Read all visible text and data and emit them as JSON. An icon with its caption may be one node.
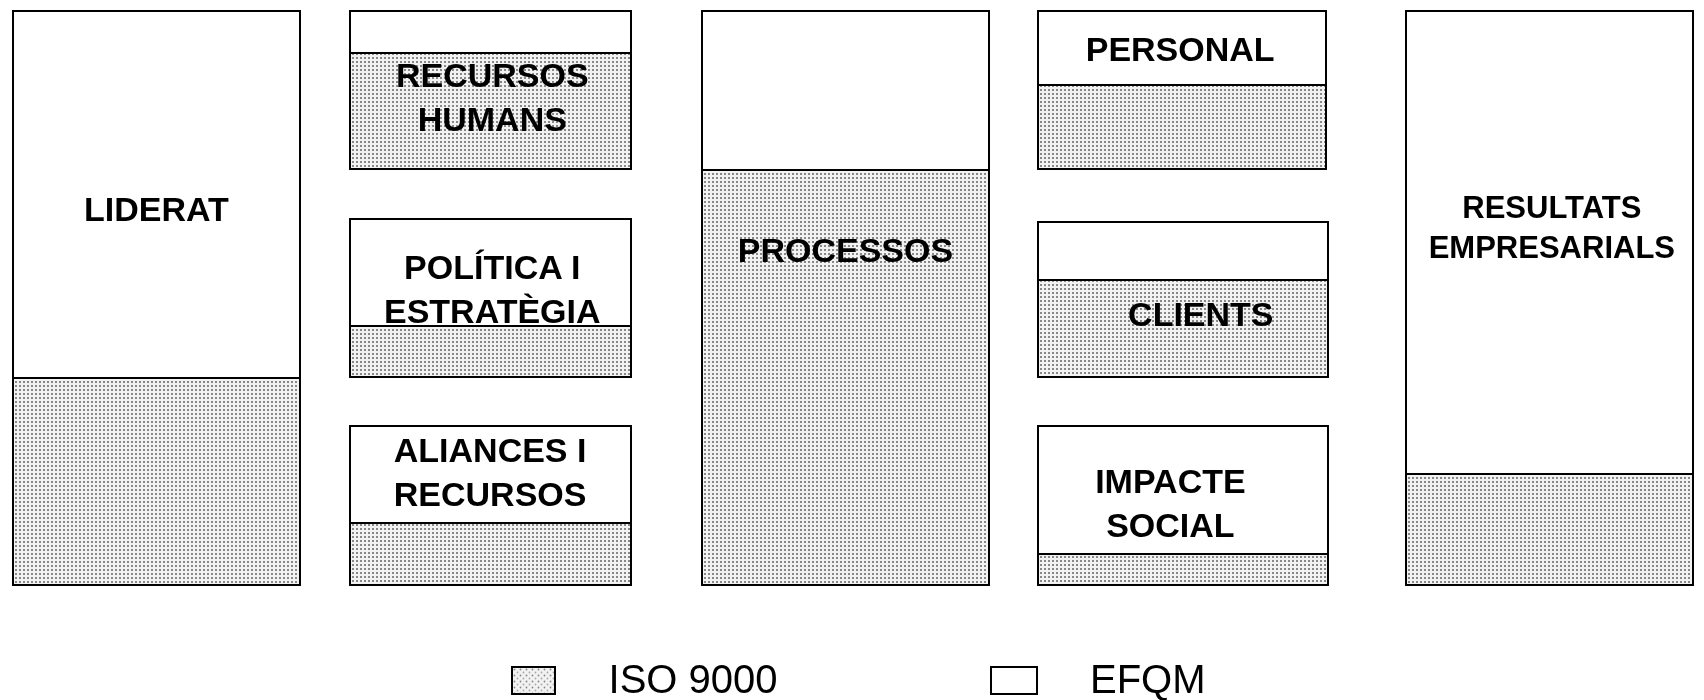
{
  "diagram": {
    "nodes": [
      {
        "text": [
          "LIDERAT"
        ]
      },
      {
        "text": [
          "RECURSOS HUMANS"
        ]
      },
      {
        "text": [
          "POLÍTICA I ESTRATÈGIA"
        ]
      },
      {
        "text": [
          "ALIANCES I RECURSOS"
        ]
      },
      {
        "text": [
          "PROCESSOS"
        ]
      },
      {
        "text": [
          "PERSONAL"
        ]
      },
      {
        "text": [
          "CLIENTS"
        ]
      },
      {
        "text": [
          "IMPACTE SOCIAL"
        ]
      },
      {
        "text": [
          "RESULTATS EMPRESARIALS"
        ]
      }
    ],
    "edges": [],
    "legend": [
      {
        "text": "ISO 9000"
      },
      {
        "text": "EFQM"
      }
    ]
  }
}
